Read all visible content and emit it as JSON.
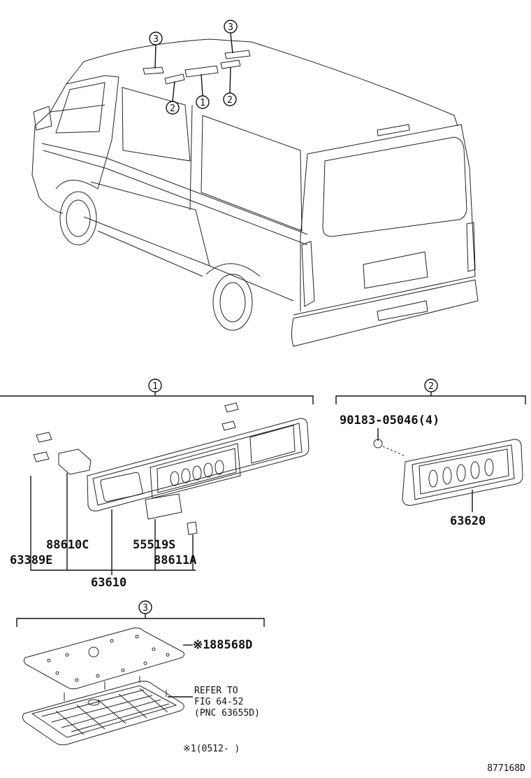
{
  "callouts": {
    "one": "1",
    "two": "2",
    "three": "3"
  },
  "group1": {
    "parts": [
      "63389E",
      "88610C",
      "55519S",
      "88611A"
    ],
    "main": "63610"
  },
  "group2": {
    "bolt": "90183-05046(4)",
    "main": "63620"
  },
  "group3": {
    "part": "88568D",
    "part_mark": "※1",
    "refer": [
      "REFER TO",
      "FIG 64-52",
      "(PNC 63655D)"
    ]
  },
  "footnote": "※1(0512-      )",
  "diagram_id": "877168D"
}
